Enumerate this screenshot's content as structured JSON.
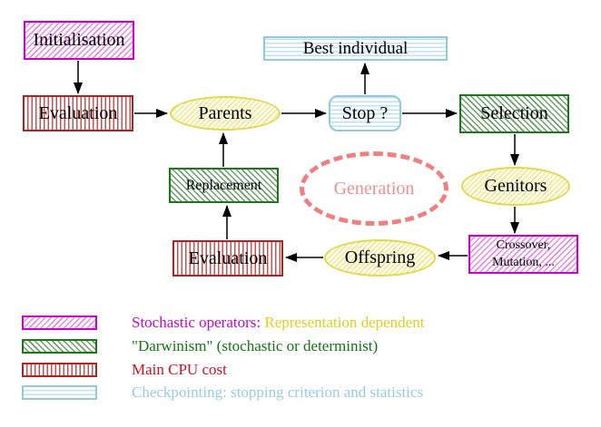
{
  "diagram": {
    "title_hint": "Evolutionary algorithm generation loop",
    "nodes": {
      "initialisation": {
        "label": "Initialisation",
        "style": "stochastic-operator"
      },
      "evaluation_top": {
        "label": "Evaluation",
        "style": "main-cpu-cost"
      },
      "parents": {
        "label": "Parents",
        "style": "population"
      },
      "best_individual": {
        "label": "Best individual",
        "style": "checkpointing"
      },
      "stop": {
        "label": "Stop ?",
        "style": "checkpointing"
      },
      "selection": {
        "label": "Selection",
        "style": "darwinism"
      },
      "genitors": {
        "label": "Genitors",
        "style": "population"
      },
      "crossover_mutation": {
        "line1": "Crossover,",
        "line2": "Mutation, ...",
        "style": "stochastic-operator"
      },
      "offspring": {
        "label": "Offspring",
        "style": "population"
      },
      "evaluation_bottom": {
        "label": "Evaluation",
        "style": "main-cpu-cost"
      },
      "replacement": {
        "label": "Replacement",
        "style": "darwinism"
      },
      "generation": {
        "label": "Generation",
        "style": "loop-annotation"
      }
    },
    "edges": [
      {
        "from": "initialisation",
        "to": "evaluation_top"
      },
      {
        "from": "evaluation_top",
        "to": "parents"
      },
      {
        "from": "parents",
        "to": "stop"
      },
      {
        "from": "stop",
        "to": "best_individual"
      },
      {
        "from": "stop",
        "to": "selection"
      },
      {
        "from": "selection",
        "to": "genitors"
      },
      {
        "from": "genitors",
        "to": "crossover_mutation"
      },
      {
        "from": "crossover_mutation",
        "to": "offspring"
      },
      {
        "from": "offspring",
        "to": "evaluation_bottom"
      },
      {
        "from": "evaluation_bottom",
        "to": "replacement"
      },
      {
        "from": "replacement",
        "to": "parents"
      }
    ],
    "legend": {
      "items": [
        {
          "swatch": "magenta-diagonal-hatch",
          "label": "Stochastic operators:",
          "label2": "Representation dependent"
        },
        {
          "swatch": "green-diagonal-hatch",
          "label": "\"Darwinism\" (stochastic or determinist)",
          "label2": ""
        },
        {
          "swatch": "red-vertical-stripes",
          "label": "Main CPU cost",
          "label2": ""
        },
        {
          "swatch": "cyan-horizontal-stripes",
          "label": "Checkpointing: stopping criterion and statistics",
          "label2": ""
        }
      ]
    },
    "colors": {
      "stochastic_magenta": "#cc00cc",
      "darwinism_green": "#1a7a1a",
      "cpu_red": "#b22222",
      "checkpoint_cyan": "#93c9de",
      "population_yellow": "#e3d84e",
      "generation_salmon": "#f08080",
      "representation_gold": "#e8cc18",
      "arrow_black": "#000000",
      "background": "#ffffff"
    }
  }
}
